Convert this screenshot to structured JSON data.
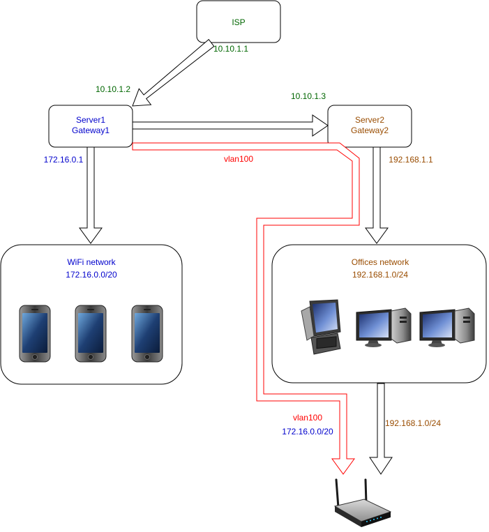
{
  "colors": {
    "green": "#006600",
    "blue": "#0000cc",
    "brown": "#994c00",
    "red": "#ff0000",
    "stroke": "#000000"
  },
  "nodes": {
    "isp": {
      "label": "ISP"
    },
    "server1": {
      "line1": "Server1",
      "line2": "Gateway1"
    },
    "server2": {
      "line1": "Server2",
      "line2": "Gateway2"
    },
    "wifi": {
      "title": "WiFi network",
      "subnet": "172.16.0.0/20"
    },
    "offices": {
      "title": "Offices network",
      "subnet": "192.168.1.0/24"
    }
  },
  "edge_labels": {
    "isp_ip": "10.10.1.1",
    "server1_wan_ip": "10.10.1.2",
    "server2_wan_ip": "10.10.1.3",
    "server1_lan_ip": "172.16.0.1",
    "server2_lan_ip": "192.168.1.1",
    "vlan_top": "vlan100",
    "vlan_bottom": "vlan100",
    "vlan_bottom_subnet": "172.16.0.0/20",
    "offices_to_router": "192.168.1.0/24"
  },
  "icons": {
    "phones": [
      "smartphone-icon",
      "smartphone-icon",
      "smartphone-icon"
    ],
    "computers": [
      "pos-terminal-icon",
      "desktop-computer-icon",
      "desktop-computer-icon"
    ],
    "router": "wireless-router-icon"
  }
}
